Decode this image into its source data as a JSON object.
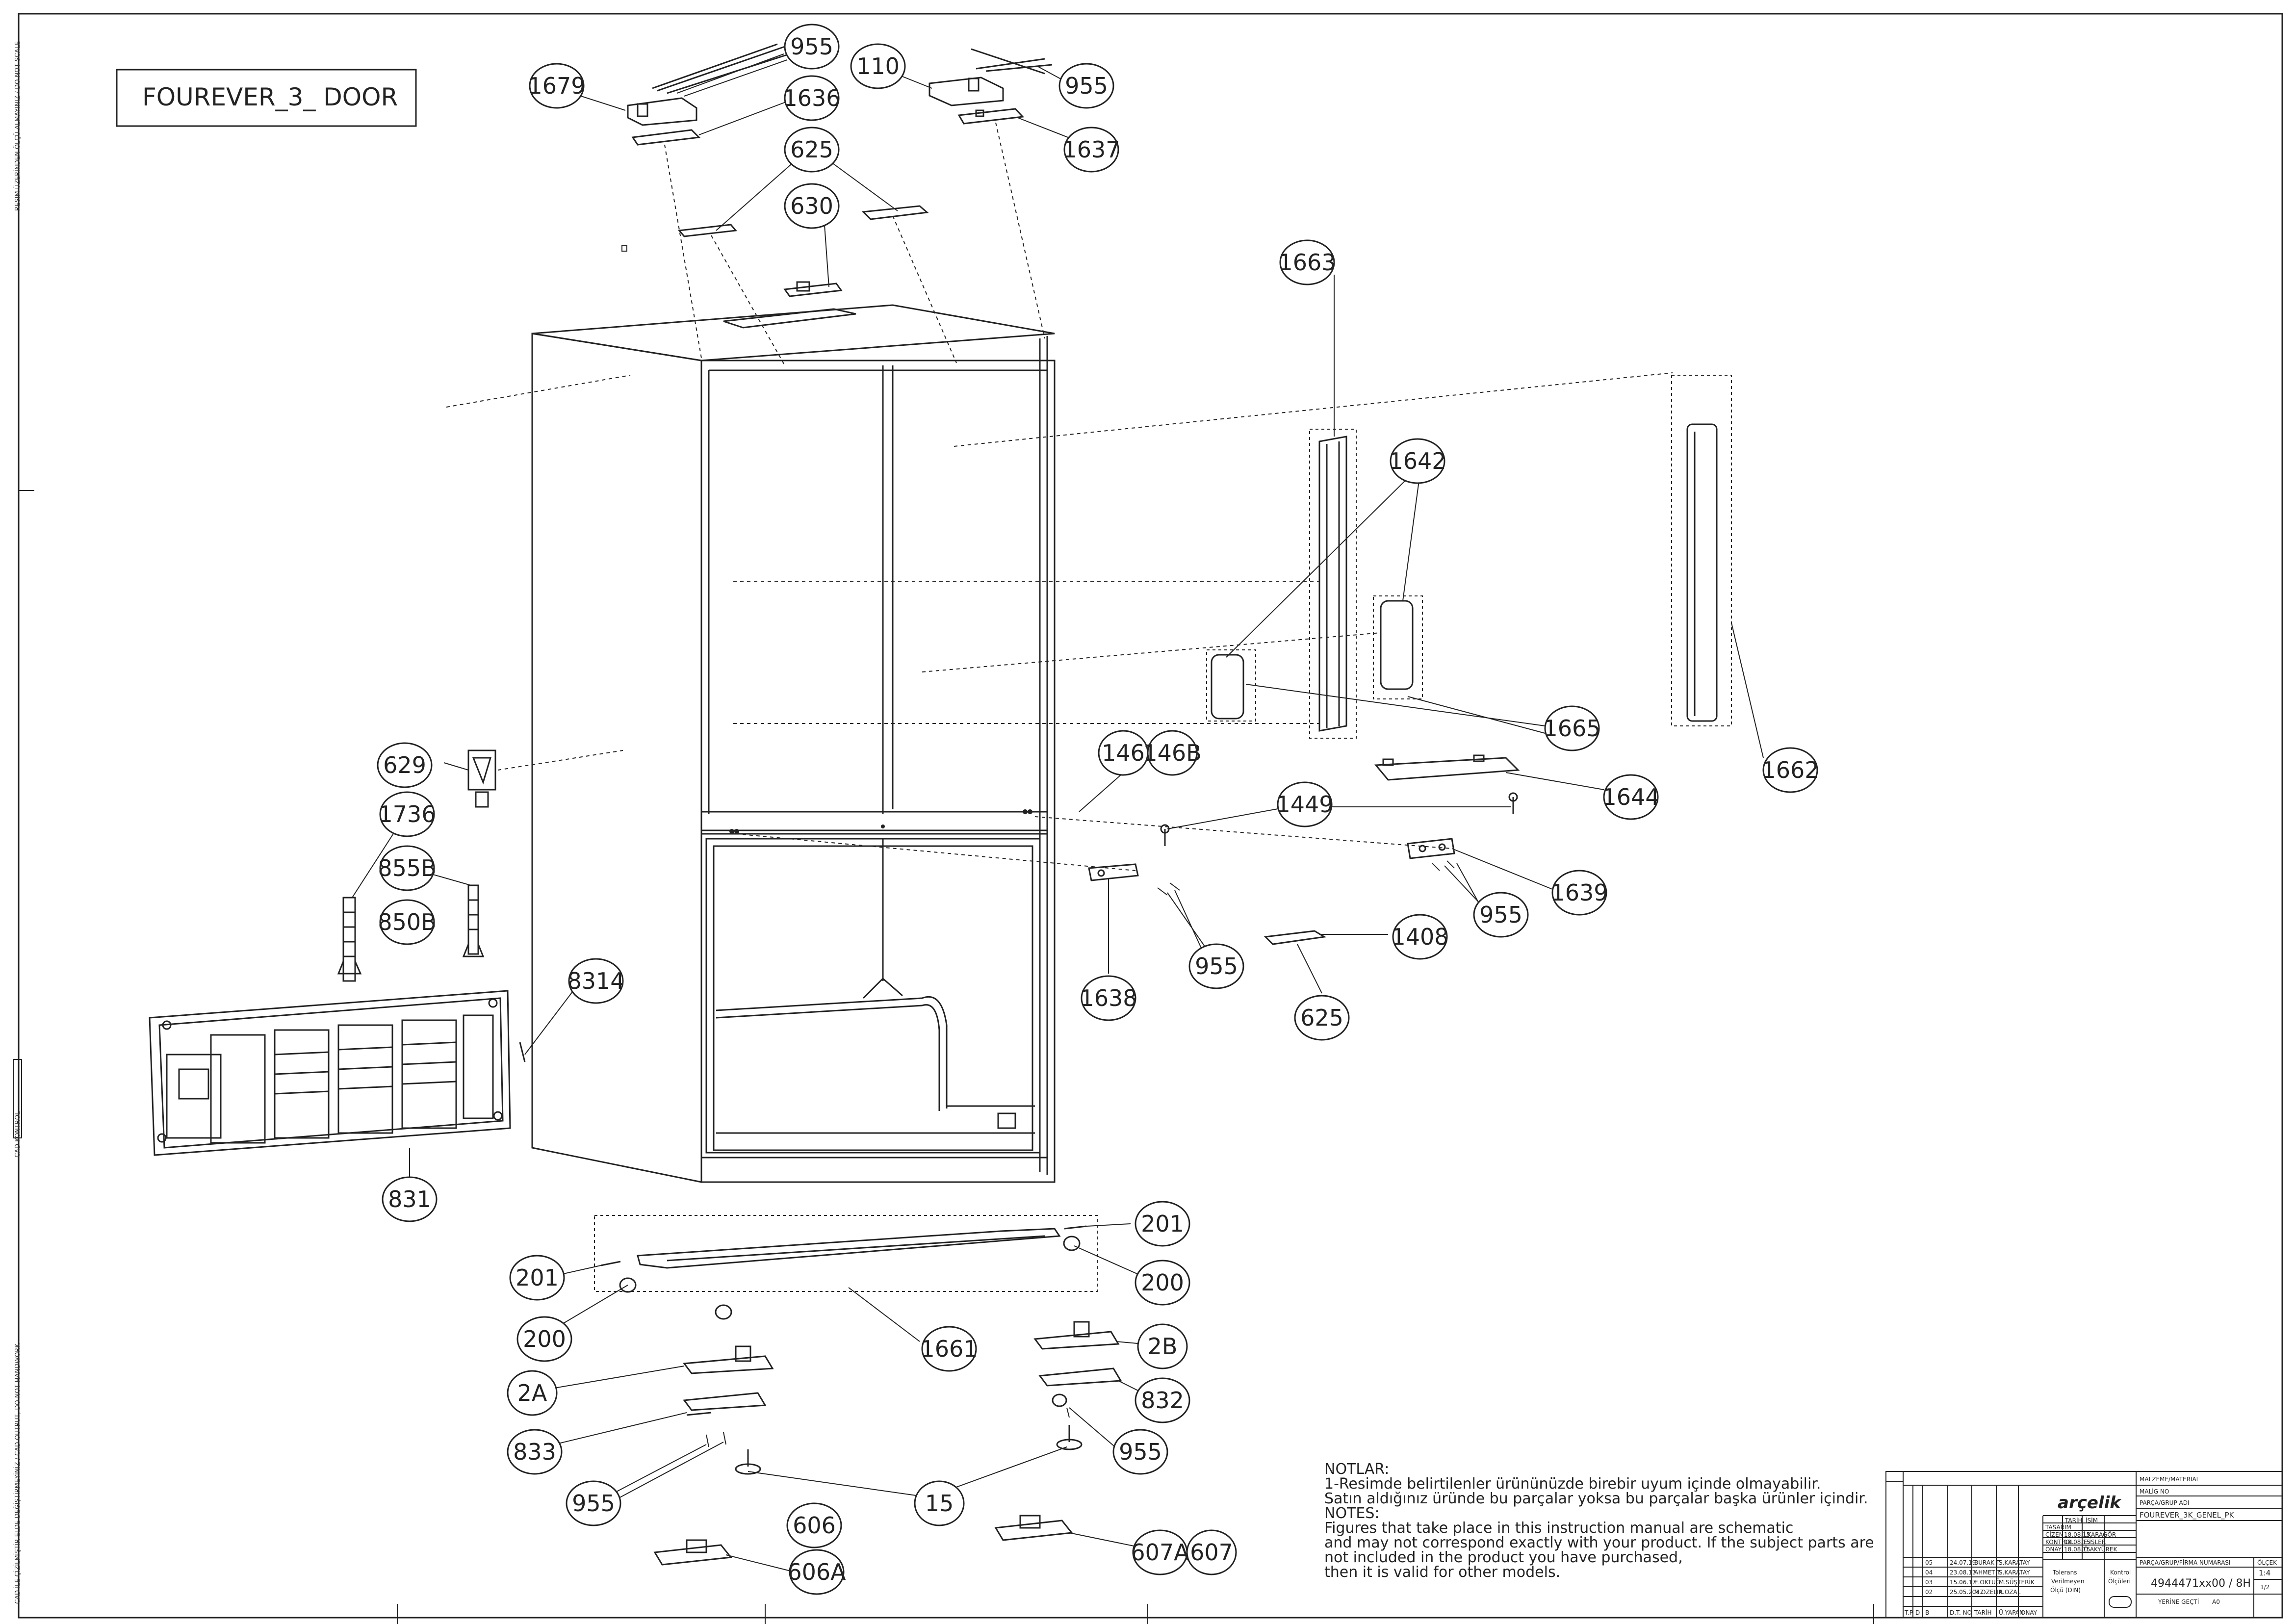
{
  "title": "FOUREVER_3_ DOOR",
  "side_texts": [
    "RESIM ÜZERİNDEN ÖLÇÜ ALMAYINIZ / DO NOT SCALE",
    "CAD KONTROL",
    "CAD İLE ÇİZİLMİŞTİR ELDE DEĞİŞTİRMEYİNİZ / CAD OUTPUT, DO NOT HANDWORK"
  ],
  "callouts": {
    "c955a": "955",
    "c1679": "1679",
    "c1636": "1636",
    "c110": "110",
    "c955b": "955",
    "c1637": "1637",
    "c625a": "625",
    "c630": "630",
    "c1663": "1663",
    "c1642": "1642",
    "c1665": "1665",
    "c1662": "1662",
    "c1644": "1644",
    "c146": "146",
    "c146b": "146B",
    "c1449": "1449",
    "c1639": "1639",
    "c955c": "955",
    "c1408": "1408",
    "c625b": "625",
    "c1638": "1638",
    "c955d": "955",
    "c629": "629",
    "c1736": "1736",
    "c855b": "855B",
    "c850b": "850B",
    "c8314": "8314",
    "c831": "831",
    "c201a": "201",
    "c200a": "200",
    "c201b": "201",
    "c200b": "200",
    "c1661": "1661",
    "c2b": "2B",
    "c2a": "2A",
    "c832": "832",
    "c833": "833",
    "c955e": "955",
    "c955f": "955",
    "c15": "15",
    "c606": "606",
    "c606a": "606A",
    "c607a": "607A",
    "c607": "607"
  },
  "notes": [
    "NOTLAR:",
    "1-Resimde belirtilenler ürününüzde birebir  uyum içinde olmayabilir.",
    "Satın aldığınız üründe bu parçalar yoksa bu parçalar başka ürünler içindir.",
    "NOTES:",
    "Figures that take place in this instruction manual are schematic",
    " and may not correspond exactly with your product. If the subject parts are",
    "not included in the product you have purchased,",
    "then it is valid for other models."
  ],
  "title_block": {
    "logo": "arçelik",
    "material_label": "MALZEME/MATERIAL",
    "material_no": "MALİG NO",
    "tarih": "TARİH",
    "isim": "İSİM",
    "part_label": "PARÇA/GRUP ADI",
    "part_name": "FOUREVER_3K_GENEL_PK",
    "tasarim": "TASARIM",
    "ciz": "ÇİZEN",
    "ciz_date": "18.08.15",
    "ciz_name": "İ.KARAGÖR",
    "kontrol": "KONTROL",
    "kontrol_date": "18.08.15",
    "kontrol_name": "E.İŞLER",
    "onay": "ONAY",
    "onay_date": "18.08.15",
    "onay_name": "Ö.AKYÜREK",
    "parca_no_label": "PARÇA/GRUP/FİRMA NUMARASI",
    "tolerans": "Tolerans",
    "tolerans2": "Verilmeyen",
    "tolerans3": "Ölçü (DIN)",
    "kontrol_olculer": "Kontrol",
    "kontrol_olculer2": "Ölçüleri",
    "drawing_number": "4944471xx00 / 8H",
    "scale_label": "ÖLÇEK",
    "scale_value": "1:4",
    "sheet_value": "1/2",
    "sheet_label": "YERİNE GEÇTİ",
    "size_label": "A0",
    "rev_rows": [
      [
        "05",
        "24.07.19",
        "BURAK T.",
        "S.KARATAY"
      ],
      [
        "04",
        "23.08.17",
        "AHMET T.",
        "S.KARATAY"
      ],
      [
        "03",
        "15.06.17",
        "E.OKTUĞ",
        "M.SÜŞTERİK"
      ],
      [
        "02",
        "25.05.2017",
        "M.OZELIK",
        "A.OZAL"
      ]
    ],
    "rev_header": [
      "T.P",
      "D",
      "B",
      "D.T. NO",
      "TARİH",
      "Ü.YAPAN",
      "ONAY"
    ]
  }
}
